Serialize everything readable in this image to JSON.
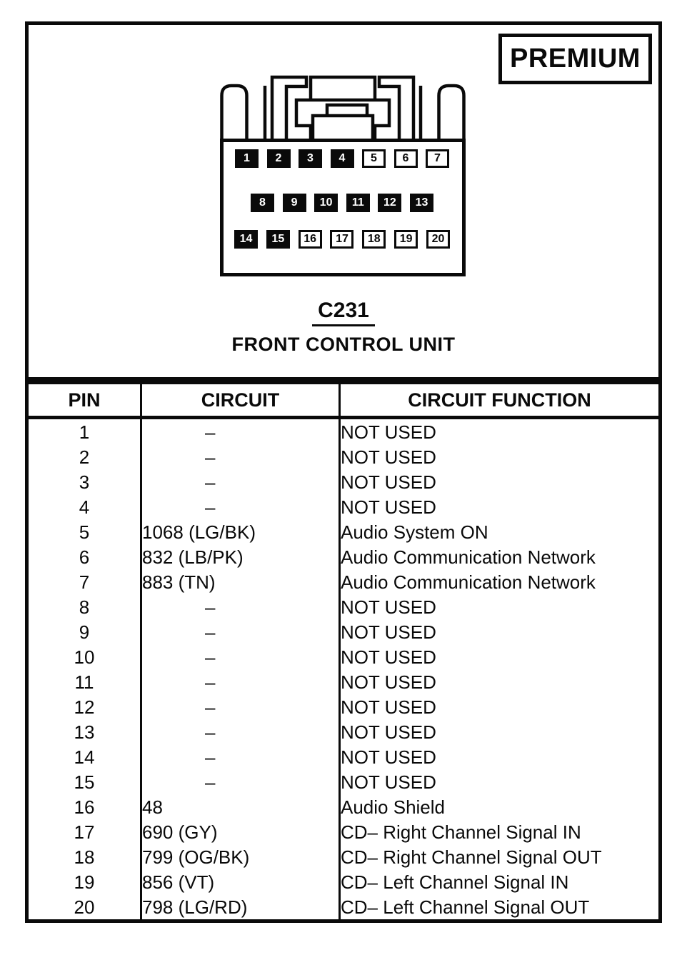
{
  "page": {
    "paper": "#ffffff",
    "ink": "#0a0a0a"
  },
  "badge": {
    "label": "PREMIUM"
  },
  "diagram": {
    "connector_id": "C231",
    "title": "FRONT CONTROL UNIT",
    "pin_rows": [
      {
        "pins": [
          {
            "label": "1",
            "filled": true
          },
          {
            "label": "2",
            "filled": true
          },
          {
            "label": "3",
            "filled": true
          },
          {
            "label": "4",
            "filled": true
          },
          {
            "label": "5",
            "filled": false
          },
          {
            "label": "6",
            "filled": false
          },
          {
            "label": "7",
            "filled": false
          }
        ]
      },
      {
        "pins": [
          {
            "label": "8",
            "filled": true
          },
          {
            "label": "9",
            "filled": true
          },
          {
            "label": "10",
            "filled": true
          },
          {
            "label": "11",
            "filled": true
          },
          {
            "label": "12",
            "filled": true
          },
          {
            "label": "13",
            "filled": true
          }
        ]
      },
      {
        "pins": [
          {
            "label": "14",
            "filled": true
          },
          {
            "label": "15",
            "filled": true
          },
          {
            "label": "16",
            "filled": false
          },
          {
            "label": "17",
            "filled": false
          },
          {
            "label": "18",
            "filled": false
          },
          {
            "label": "19",
            "filled": false
          },
          {
            "label": "20",
            "filled": false
          }
        ]
      }
    ]
  },
  "table": {
    "headers": [
      "PIN",
      "CIRCUIT",
      "CIRCUIT FUNCTION"
    ],
    "not_used_dash": "–",
    "rows": [
      {
        "pin": "1",
        "circuit": "–",
        "function": "NOT USED"
      },
      {
        "pin": "2",
        "circuit": "–",
        "function": "NOT USED"
      },
      {
        "pin": "3",
        "circuit": "–",
        "function": "NOT USED"
      },
      {
        "pin": "4",
        "circuit": "–",
        "function": "NOT USED"
      },
      {
        "pin": "5",
        "circuit": "1068 (LG/BK)",
        "function": "Audio System ON"
      },
      {
        "pin": "6",
        "circuit": "832 (LB/PK)",
        "function": "Audio Communication Network"
      },
      {
        "pin": "7",
        "circuit": "883 (TN)",
        "function": "Audio Communication Network"
      },
      {
        "pin": "8",
        "circuit": "–",
        "function": "NOT USED"
      },
      {
        "pin": "9",
        "circuit": "–",
        "function": "NOT USED"
      },
      {
        "pin": "10",
        "circuit": "–",
        "function": "NOT USED"
      },
      {
        "pin": "11",
        "circuit": "–",
        "function": "NOT USED"
      },
      {
        "pin": "12",
        "circuit": "–",
        "function": "NOT USED"
      },
      {
        "pin": "13",
        "circuit": "–",
        "function": "NOT USED"
      },
      {
        "pin": "14",
        "circuit": "–",
        "function": "NOT USED"
      },
      {
        "pin": "15",
        "circuit": "–",
        "function": "NOT USED"
      },
      {
        "pin": "16",
        "circuit": "48",
        "function": "Audio Shield"
      },
      {
        "pin": "17",
        "circuit": "690 (GY)",
        "function": "CD– Right Channel Signal IN"
      },
      {
        "pin": "18",
        "circuit": "799 (OG/BK)",
        "function": "CD– Right Channel Signal OUT"
      },
      {
        "pin": "19",
        "circuit": "856 (VT)",
        "function": "CD– Left Channel Signal IN"
      },
      {
        "pin": "20",
        "circuit": "798 (LG/RD)",
        "function": "CD– Left Channel Signal OUT"
      }
    ]
  }
}
